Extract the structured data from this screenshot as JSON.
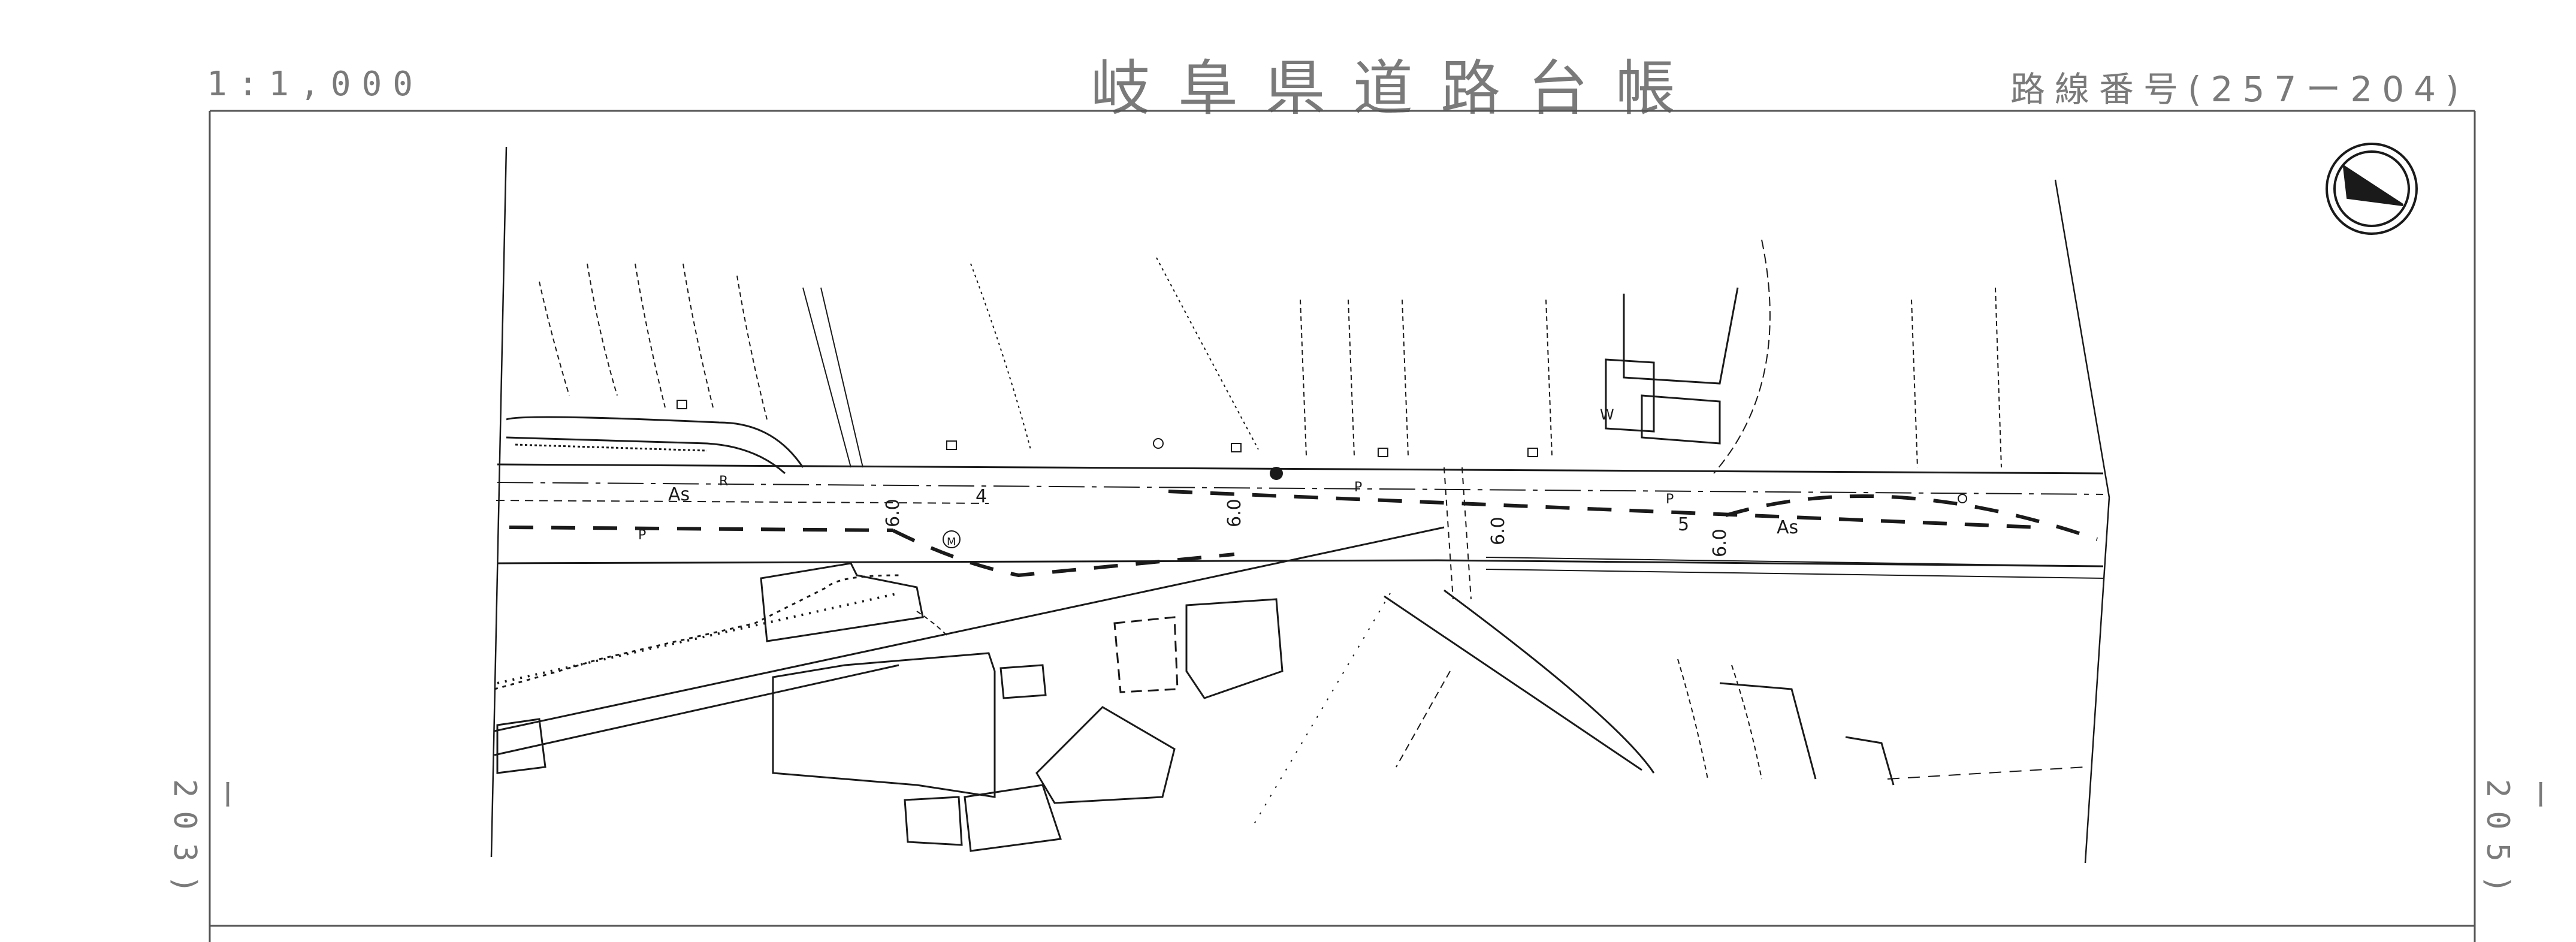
{
  "header": {
    "scale": "1:1,000",
    "title": "岐阜県道路台帳",
    "route_number": "路線番号(257ー204)"
  },
  "adjacent_sheets": {
    "left": "ー203)",
    "right": "ー205)"
  },
  "map_labels": {
    "surface_left": "As",
    "surface_right": "As",
    "width_1": "6.0",
    "width_2": "6.0",
    "width_3": "6.0",
    "width_4": "6.0",
    "num_4": "4",
    "num_5": "5",
    "mark_r": "R",
    "mark_p1": "P",
    "mark_p2": "P",
    "mark_p3": "P",
    "mark_w": "W",
    "mark_m": "M"
  },
  "icons": {
    "north_arrow": "north-arrow-icon"
  },
  "colors": {
    "line": "#1a1a1a",
    "frame": "#555555",
    "text": "#7a7a7a"
  }
}
